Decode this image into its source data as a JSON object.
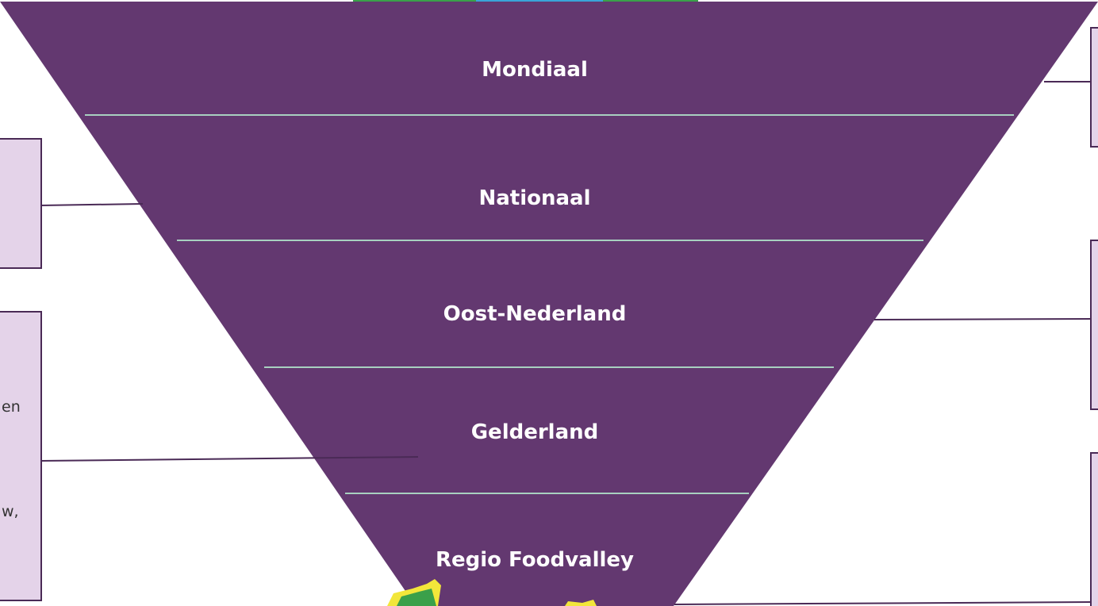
{
  "colors": {
    "funnel": "#633870",
    "divider": "#a8d0c0",
    "connector": "#4a2a56",
    "box_fill": "#e4d3e9",
    "box_border": "#4a2a56",
    "label_text": "#ffffff",
    "map_green": "#3aa04a",
    "map_blue": "#3aa4d8",
    "map_yellow": "#f2e63a"
  },
  "levels": [
    {
      "label": "Mondiaal"
    },
    {
      "label": "Nationaal"
    },
    {
      "label": "Oost-Nederland"
    },
    {
      "label": "Gelderland"
    },
    {
      "label": "Regio Foodvalley"
    }
  ],
  "left_boxes": [
    {
      "lines": []
    },
    {
      "lines": [
        "en",
        "w,"
      ]
    }
  ],
  "right_boxes": [
    {
      "lines": []
    },
    {
      "lines": []
    },
    {
      "lines": []
    }
  ],
  "icons": {
    "top_map": "world-map-icon",
    "bottom_map": "region-map-icon"
  }
}
